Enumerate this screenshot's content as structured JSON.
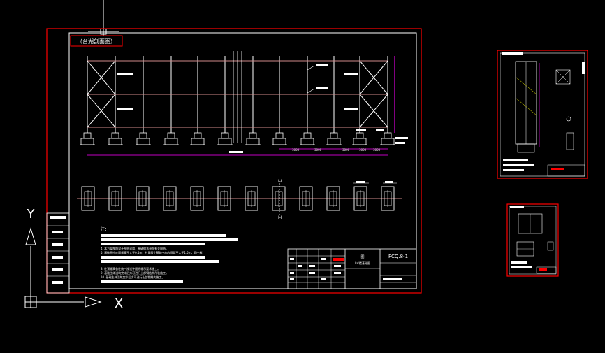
{
  "app": "CAD drawing viewer",
  "main_sheet": {
    "title_tag": "（台湖剖面图）",
    "section_mark": "I-I",
    "dims": [
      "3000",
      "3000",
      "3000",
      "3000",
      "3000"
    ],
    "notes_header": "注：",
    "notes": [
      "4. 本方案按照设计图纸采用，基础做法参照有关图纸。",
      "5. 基础开挖底面标高不大于0.5m，柱角两个基础中心的间距不大于1.5m，同一样",
      "8. 柱顶标高各柱统一按设计图纸标示要求施工。",
      "9. 基础主体浇筑完毕后方可进行上部钢结构吊装施工。",
      "10. 基础主体浇筑完毕后方可进行上部钢结构施工。"
    ],
    "drawing_code": "FCQ.8-1",
    "drawing_name": "8#楼基础图",
    "stamp": "图"
  },
  "ucs": {
    "x_label": "X",
    "y_label": "Y"
  },
  "colors": {
    "background": "#000000",
    "border": "#ff0000",
    "lines": "#ffffff",
    "members": "#d08a8a",
    "dimension": "#ff00ff",
    "accent": "#00ffff"
  }
}
